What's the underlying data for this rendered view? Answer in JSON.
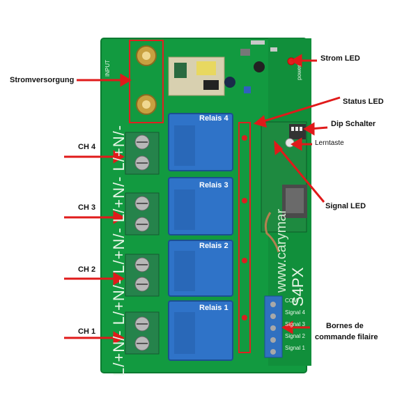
{
  "callouts": {
    "stromversorgung": "Stromversorgung",
    "strom_led": "Strom LED",
    "status_led": "Status LED",
    "dip_schalter": "Dip Schalter",
    "lerntaste": "Lerntaste",
    "signal_led": "Signal LED",
    "bornes_line1": "Bornes de",
    "bornes_line2": "commande filaire",
    "ch4": "CH 4",
    "ch3": "CH 3",
    "ch2": "CH 2",
    "ch1": "CH 1"
  },
  "board": {
    "relay4": "Relais 4",
    "relay3": "Relais 3",
    "relay2": "Relais 2",
    "relay1": "Relais 1",
    "side_print": "L/+N/- L/+N/- L/+N/- L/+N/- L/+N/-",
    "input_print": "INPUT",
    "model": "S4PX",
    "www": "www.carymar",
    "power_print": "power",
    "com_terminals": [
      "COM",
      "Signal 4",
      "Signal 3",
      "Signal 2",
      "Signal 1"
    ]
  },
  "colors": {
    "pcb": "#129a40",
    "relay": "#2f73c8",
    "terminal": "#25834b",
    "arrow": "#e01a1a",
    "highlight": "#e02020"
  }
}
